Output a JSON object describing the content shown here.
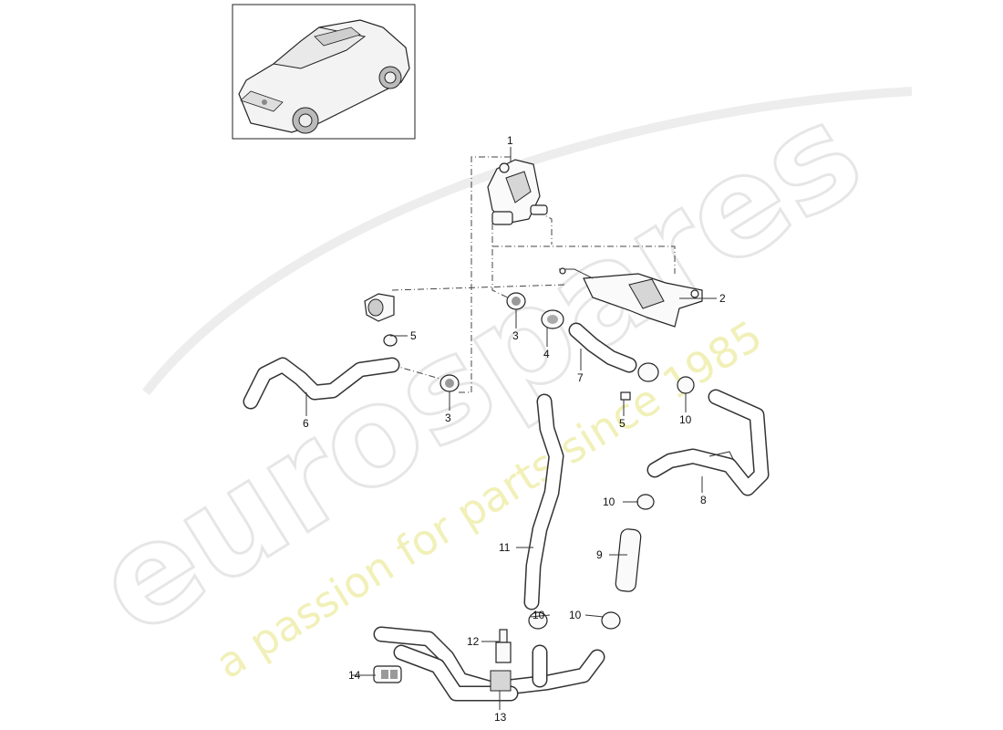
{
  "watermark": {
    "brand": "eurospares",
    "tagline": "a passion for parts since 1985"
  },
  "thumbnail": {
    "icon": "car-icon"
  },
  "callouts": [
    {
      "id": "c1",
      "label": "1"
    },
    {
      "id": "c2",
      "label": "2"
    },
    {
      "id": "c3a",
      "label": "3"
    },
    {
      "id": "c3b",
      "label": "3"
    },
    {
      "id": "c4",
      "label": "4"
    },
    {
      "id": "c5a",
      "label": "5"
    },
    {
      "id": "c5b",
      "label": "5"
    },
    {
      "id": "c6",
      "label": "6"
    },
    {
      "id": "c7",
      "label": "7"
    },
    {
      "id": "c8",
      "label": "8"
    },
    {
      "id": "c9",
      "label": "9"
    },
    {
      "id": "c10a",
      "label": "10"
    },
    {
      "id": "c10b",
      "label": "10"
    },
    {
      "id": "c10c",
      "label": "10"
    },
    {
      "id": "c10d",
      "label": "10"
    },
    {
      "id": "c11",
      "label": "11"
    },
    {
      "id": "c12",
      "label": "12"
    },
    {
      "id": "c13",
      "label": "13"
    },
    {
      "id": "c14",
      "label": "14"
    }
  ]
}
